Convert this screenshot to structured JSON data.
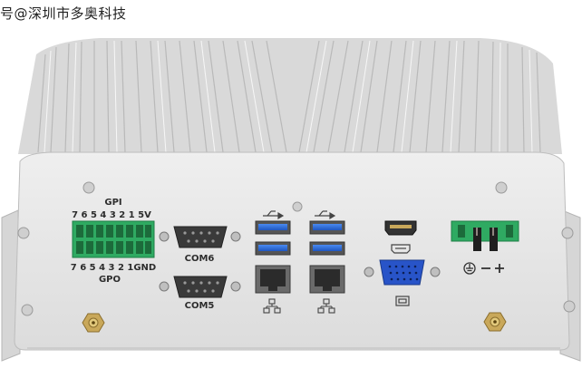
{
  "watermark": "号@深圳市多奥科技",
  "labels": {
    "gpi": "GPI",
    "gpi_pins": "7 6 5 4 3 2 1 5V",
    "gpo_pins": "7 6 5 4 3 2 1GND",
    "gpo": "GPO",
    "com6": "COM6",
    "com5": "COM5",
    "power_symbols": "⏚ − +"
  },
  "colors": {
    "chassis": "#e6e6e6",
    "terminal_green": "#2faa62",
    "usb_blue": "#2f6fd6",
    "vga_blue": "#2854c8"
  },
  "icons": [
    "usb-icon",
    "lan-icon",
    "hdmi-icon",
    "vga-icon",
    "ground-icon"
  ]
}
